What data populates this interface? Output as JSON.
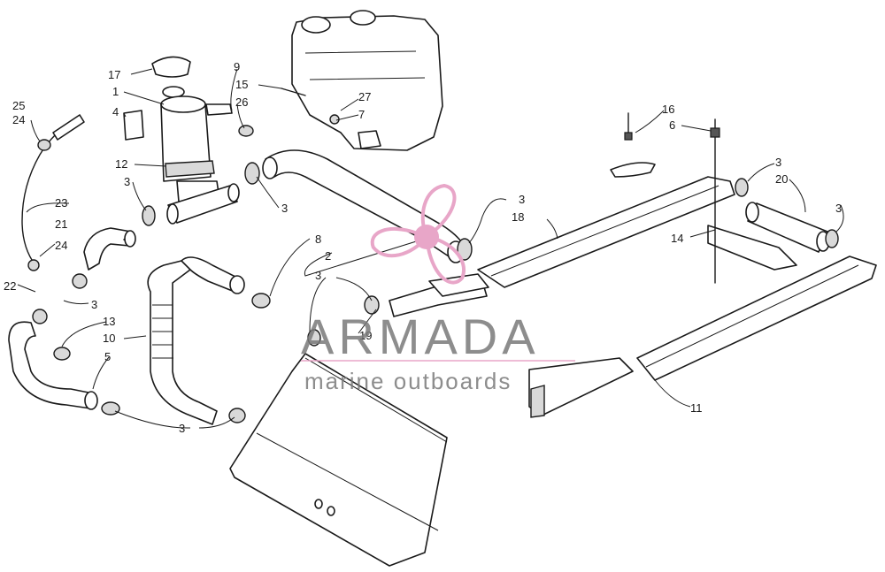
{
  "callouts": [
    "1",
    "2",
    "3",
    "4",
    "5",
    "6",
    "7",
    "8",
    "9",
    "10",
    "11",
    "12",
    "13",
    "14",
    "15",
    "16",
    "17",
    "18",
    "19",
    "20",
    "21",
    "22",
    "23",
    "24",
    "25",
    "26",
    "27"
  ],
  "watermark": {
    "title": "ARMADA",
    "subtitle": "marine outboards",
    "logo_color": "#e8a6c8",
    "text_color": "#7a7a7a"
  }
}
